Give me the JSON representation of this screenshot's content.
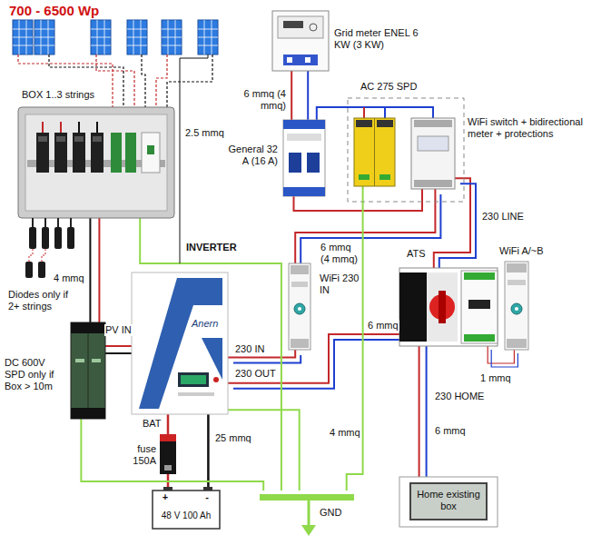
{
  "diagram": {
    "title": "700 - 6500 Wp",
    "nodes": [
      {
        "text": [
          "Grid meter ENEL 6 KW (3 KW)"
        ]
      },
      {
        "text": [
          "General 32 A (16 A)"
        ]
      },
      {
        "text": [
          "AC 275 SPD"
        ]
      },
      {
        "text": [
          "WiFi switch + bidirectional meter + protections"
        ],
        "in": 2
      },
      {
        "text": [
          "BOX 1..3 strings"
        ]
      },
      {
        "text": [
          "INVERTER",
          "Anern"
        ]
      },
      {
        "text": [
          "WiFi 230 IN"
        ]
      },
      {
        "text": [
          "ATS"
        ]
      },
      {
        "text": [
          "WiFi A/~B"
        ]
      },
      {
        "text": [
          "DC 600V SPD only if Box > 10m"
        ]
      },
      {
        "text": [
          "+",
          "-",
          "48 V 100 Ah"
        ]
      },
      {
        "text": [
          "fuse 150A"
        ]
      },
      {
        "text": [
          "Home existing box"
        ]
      },
      {
        "text": [
          "GND"
        ]
      }
    ],
    "edges": [
      {
        "from": 0,
        "to": 1,
        "label": "6 mmq (4 mmq)",
        "arrow": "none"
      },
      {
        "from": 1,
        "to": 3,
        "arrow": "none"
      },
      {
        "from": 1,
        "to": 3,
        "arrow": "none"
      },
      {
        "from": 3,
        "to": 6,
        "label": "6 mmq (4 mmq)",
        "arrow": "none"
      },
      {
        "from": 3,
        "to": 7,
        "label": "230 LINE",
        "arrow": "none"
      },
      {
        "from": 6,
        "to": 5,
        "label": "230 IN",
        "arrow": "none"
      },
      {
        "from": 5,
        "to": 7,
        "label": "230 OUT",
        "arrow": "none"
      },
      {
        "from": 7,
        "to": 12,
        "label": "230 HOME",
        "arrow": "none"
      },
      {
        "from": 7,
        "to": 8,
        "label": "1 mmq",
        "arrow": "none"
      },
      {
        "from": 4,
        "to": 9,
        "label": "4 mmq",
        "arrow": "none"
      },
      {
        "from": 9,
        "to": 5,
        "label": "PV IN",
        "arrow": "none"
      },
      {
        "from": 5,
        "to": 11,
        "label": "BAT",
        "arrow": "none"
      },
      {
        "from": 11,
        "to": 10,
        "arrow": "none"
      },
      {
        "from": 5,
        "to": 10,
        "label": "25 mmq",
        "arrow": "none"
      },
      {
        "from": 4,
        "to": 13,
        "arrow": "none"
      },
      {
        "from": 5,
        "to": 13,
        "arrow": "none"
      },
      {
        "from": 9,
        "to": 13,
        "arrow": "none"
      },
      {
        "from": 2,
        "to": 13,
        "label": "4 mmq",
        "arrow": "none"
      }
    ],
    "labels": [
      "2.5 mmq",
      "Diodes only if 2+ strings",
      "6 mmq",
      "6 mmq"
    ]
  }
}
